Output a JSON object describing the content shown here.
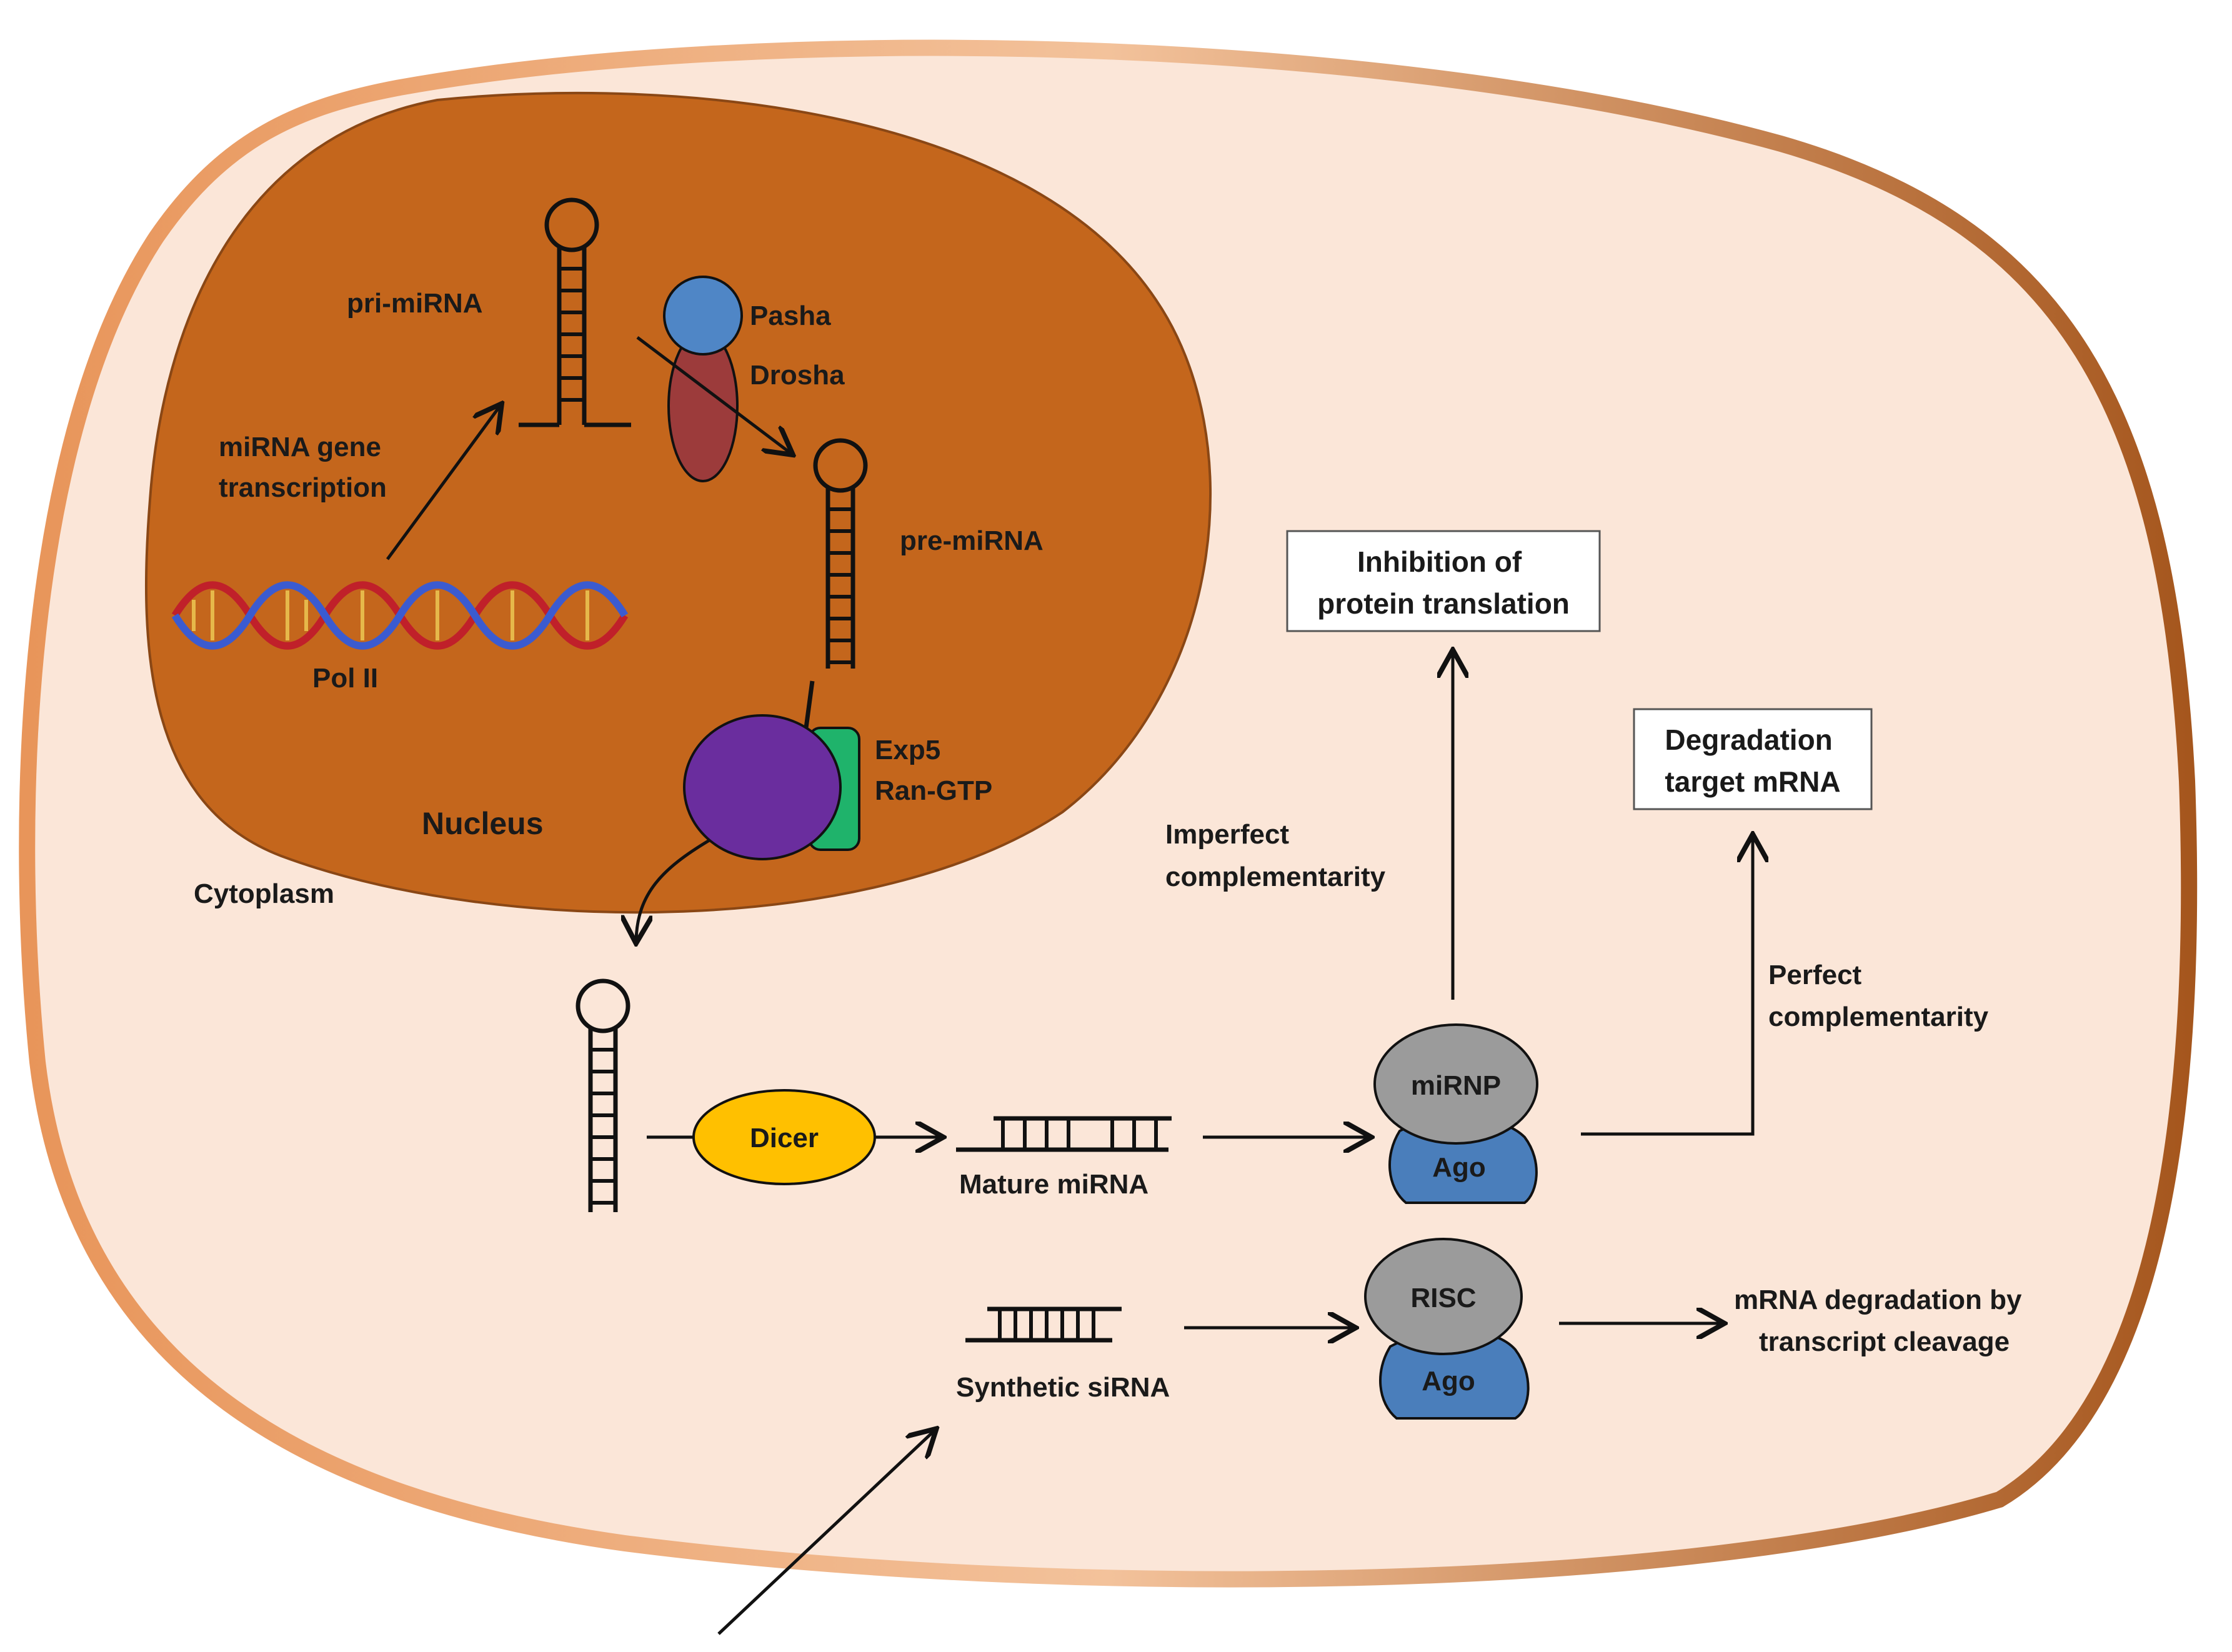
{
  "labels": {
    "pri_mirna": "pri-miRNA",
    "pasha": "Pasha",
    "drosha": "Drosha",
    "gene_transcription_line1": "miRNA gene",
    "gene_transcription_line2": "transcription",
    "pre_mirna": "pre-miRNA",
    "pol2": "Pol II",
    "exp5_line1": "Exp5",
    "exp5_line2": "Ran-GTP",
    "nucleus": "Nucleus",
    "cytoplasm": "Cytoplasm",
    "dicer": "Dicer",
    "mature_mirna": "Mature miRNA",
    "mirnp": "miRNP",
    "ago_1": "Ago",
    "risc": "RISC",
    "ago_2": "Ago",
    "synthetic_sirna": "Synthetic siRNA",
    "inhibition_line1": "Inhibition of",
    "inhibition_line2": "protein translation",
    "degradation_line1": "Degradation",
    "degradation_line2": "target mRNA",
    "imperfect_line1": "Imperfect",
    "imperfect_line2": "complementarity",
    "perfect_line1": "Perfect",
    "perfect_line2": "complementarity",
    "cleavage_line1": "mRNA degradation by",
    "cleavage_line2": "transcript cleavage"
  },
  "colors": {
    "cell_fill": "#fbe6d8",
    "cell_border": "#cf7a3a",
    "nucleus_fill": "#c4661c",
    "pasha": "#4f86c6",
    "drosha": "#9c3b3b",
    "exportin": "#6a2d9e",
    "ran_gtp": "#1fb36b",
    "dicer": "#ffc000",
    "complex_gray": "#9b9b9b",
    "ago_blue": "#4a7ebb"
  }
}
